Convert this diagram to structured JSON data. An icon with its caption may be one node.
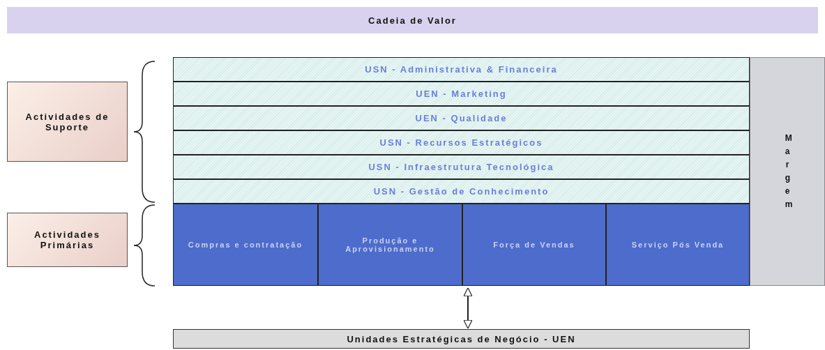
{
  "diagram": {
    "title": "Cadeia de Valor",
    "nodes": [
      {
        "text": [
          "Actividades de Suporte"
        ]
      },
      {
        "text": [
          "Actividades Primárias"
        ]
      },
      {
        "text": [
          "USN - Administrativa & Financeira"
        ]
      },
      {
        "text": [
          "UEN - Marketing"
        ]
      },
      {
        "text": [
          "UEN - Qualidade"
        ]
      },
      {
        "text": [
          "USN - Recursos Estratégicos"
        ]
      },
      {
        "text": [
          "USN - Infraestrutura Tecnológica"
        ]
      },
      {
        "text": [
          "USN - Gestão de Conhecimento"
        ]
      },
      {
        "text": [
          "Compras e contratação"
        ]
      },
      {
        "text": [
          "Produção e Aprovisionamento"
        ]
      },
      {
        "text": [
          "Força de Vendas"
        ]
      },
      {
        "text": [
          "Serviço Pós Venda"
        ]
      },
      {
        "text": [
          "Margem"
        ]
      },
      {
        "text": [
          "Unidades Estratégicas de Negócio - UEN"
        ]
      }
    ],
    "edges": [
      {
        "from": 10,
        "to": 13,
        "arrow": "both"
      }
    ]
  }
}
